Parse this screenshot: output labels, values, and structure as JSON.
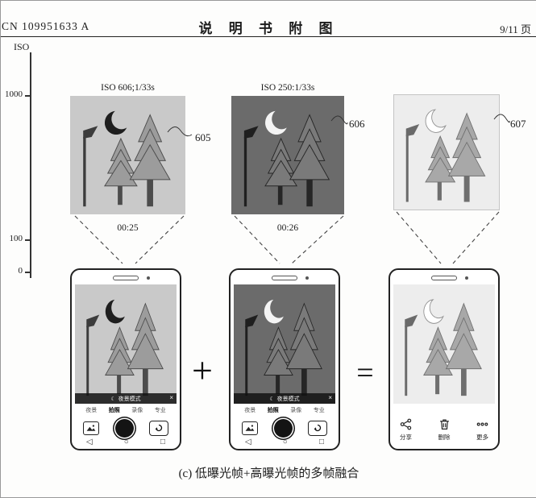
{
  "header": {
    "patent_number": "CN 109951633 A",
    "doc_title": "说 明 书 附 图",
    "page_number": "9/11 页"
  },
  "axis": {
    "label": "ISO",
    "ticks": [
      "1000",
      "100",
      "0"
    ]
  },
  "frames": [
    {
      "exposure_label": "ISO 606;1/33s",
      "ref_label": "605",
      "timestamp": "00:25"
    },
    {
      "exposure_label": "ISO 250:1/33s",
      "ref_label": "606",
      "timestamp": "00:26"
    },
    {
      "ref_label": "607"
    }
  ],
  "operators": {
    "plus": "+",
    "equals": "="
  },
  "camera_ui": {
    "night_banner": {
      "icon": "☾",
      "text": "夜景模式",
      "close": "×"
    },
    "modes": [
      "夜景",
      "拍照",
      "录像",
      "专业"
    ],
    "nav": {
      "back": "◁",
      "home": "○",
      "recents": "□"
    }
  },
  "result_ui": {
    "actions": [
      {
        "label": "分享"
      },
      {
        "label": "删除"
      },
      {
        "label": "更多"
      }
    ]
  },
  "caption": "(c) 低曝光帧+高曝光帧的多帧融合",
  "colors": {
    "frame_light": "#c9c9c9",
    "frame_dark": "#6b6b6b",
    "frame_faint": "#ededed",
    "ink": "#1c1c1c"
  }
}
